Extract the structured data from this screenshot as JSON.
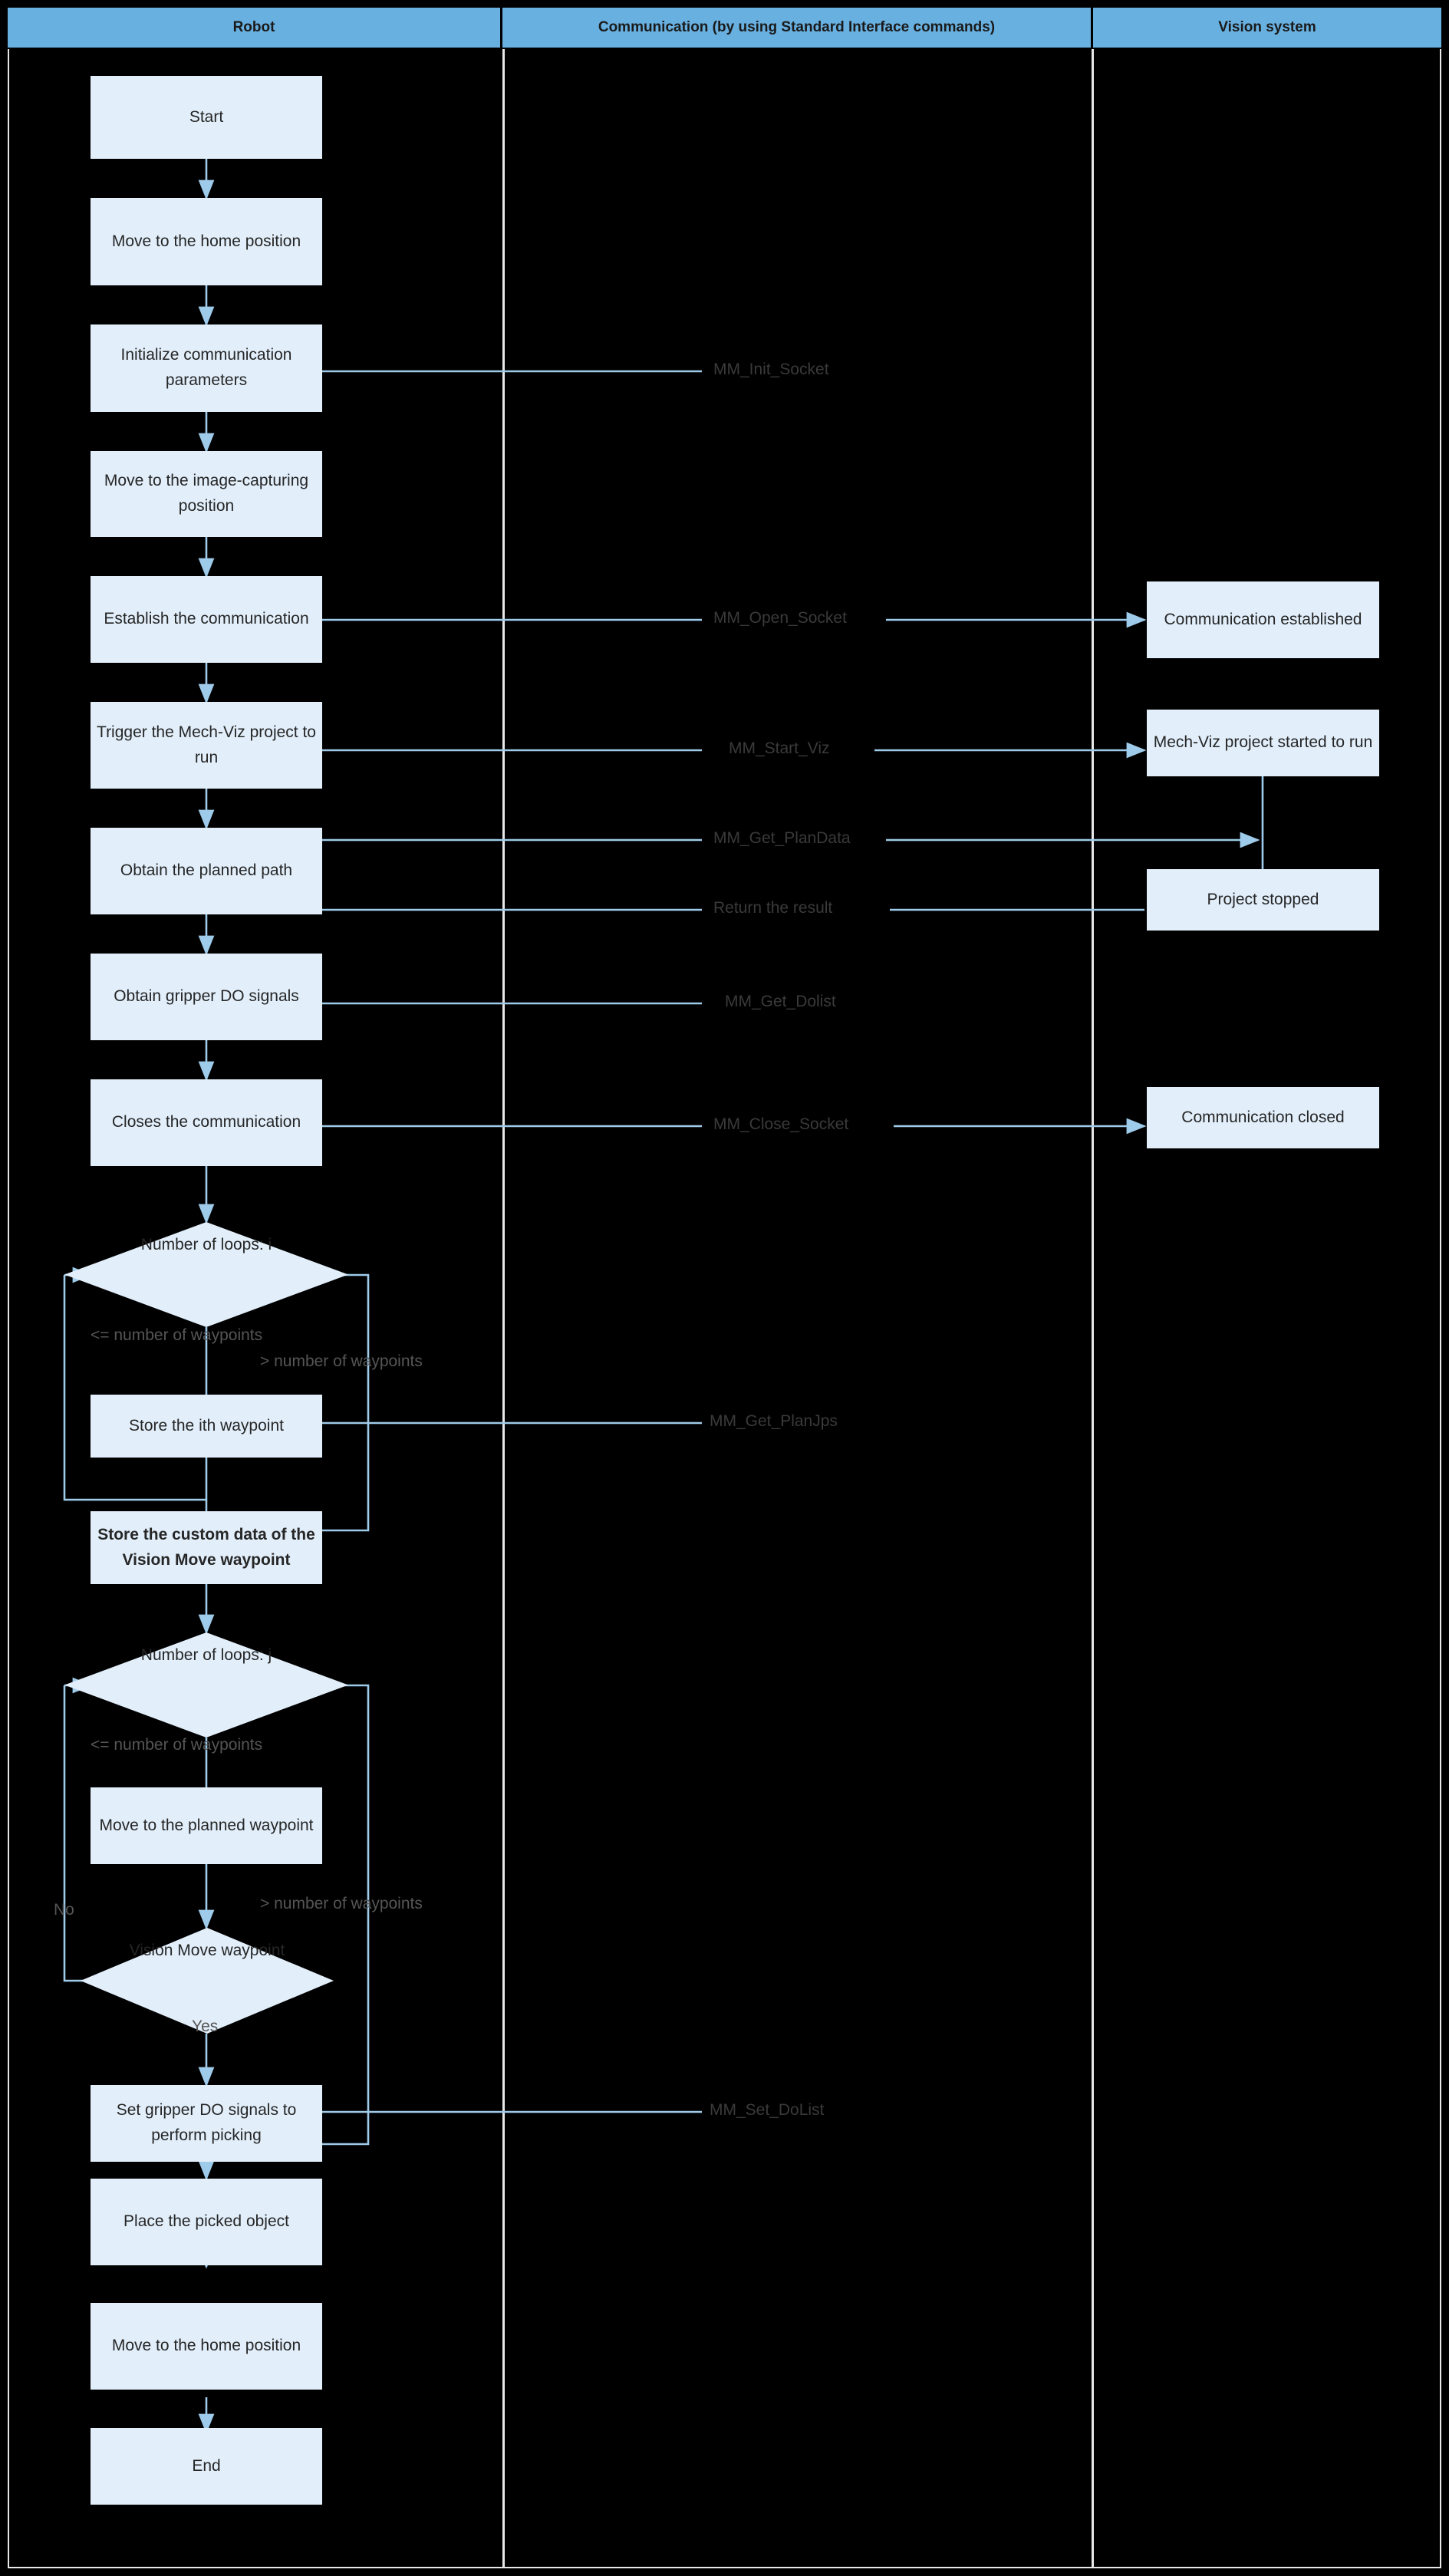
{
  "header": {
    "columns": [
      {
        "key": "robot",
        "label": "Robot"
      },
      {
        "key": "communication",
        "label": "Communication (by using Standard Interface commands)"
      },
      {
        "key": "vision",
        "label": "Vision system"
      }
    ],
    "band_color": "#68b0e0"
  },
  "colors": {
    "node_fill": "#e2effb",
    "connector": "#9fcbea",
    "header_fill": "#68b0e0",
    "text": "#262626",
    "label_text": "#3f3f3f",
    "background": "#000000",
    "lane_divider": "#e8e8e8"
  },
  "robot_nodes": [
    {
      "id": "start",
      "label": "Start"
    },
    {
      "id": "home1",
      "label": "Move to the home position"
    },
    {
      "id": "init",
      "label": "Initialize communication parameters"
    },
    {
      "id": "imagepos",
      "label": "Move to the image-capturing position"
    },
    {
      "id": "establish",
      "label": "Establish the communication"
    },
    {
      "id": "trigger",
      "label": "Trigger the Mech-Viz project to run"
    },
    {
      "id": "obtainpath",
      "label": "Obtain the planned path"
    },
    {
      "id": "gripperdo",
      "label": "Obtain gripper DO signals"
    },
    {
      "id": "close",
      "label": "Closes the communication"
    },
    {
      "id": "storeith",
      "label": "Store the ith waypoint"
    },
    {
      "id": "storecustom",
      "label": "Store the custom data of the Vision Move waypoint",
      "bold": true
    },
    {
      "id": "moveplanned",
      "label": "Move to the planned waypoint"
    },
    {
      "id": "setgripper",
      "label": "Set gripper DO signals to perform picking"
    },
    {
      "id": "place",
      "label": "Place the picked object"
    },
    {
      "id": "home2",
      "label": "Move to the home position"
    },
    {
      "id": "end",
      "label": "End"
    }
  ],
  "robot_decisions": [
    {
      "id": "loopi",
      "label": "Number of loops: i"
    },
    {
      "id": "loopj",
      "label": "Number of loops: j"
    },
    {
      "id": "visionmove",
      "label": "Vision Move waypoint"
    }
  ],
  "communication_commands": [
    {
      "id": "init_socket",
      "label": "MM_Init_Socket"
    },
    {
      "id": "open_socket",
      "label": "MM_Open_Socket"
    },
    {
      "id": "start_viz",
      "label": "MM_Start_Viz"
    },
    {
      "id": "get_plandata",
      "label": "MM_Get_PlanData"
    },
    {
      "id": "return_result",
      "label": "Return the result"
    },
    {
      "id": "get_dolist",
      "label": "MM_Get_Dolist"
    },
    {
      "id": "close_socket",
      "label": "MM_Close_Socket"
    },
    {
      "id": "get_planjps",
      "label": "MM_Get_PlanJps"
    },
    {
      "id": "set_dolist",
      "label": "MM_Set_DoList"
    }
  ],
  "vision_nodes": [
    {
      "id": "comm_established",
      "label": "Communication established"
    },
    {
      "id": "viz_started",
      "label": "Mech-Viz project started to run"
    },
    {
      "id": "project_stopped",
      "label": "Project stopped"
    },
    {
      "id": "comm_closed",
      "label": "Communication closed"
    }
  ],
  "edge_labels": [
    {
      "id": "le_i",
      "label": "<= number of waypoints"
    },
    {
      "id": "ge_i",
      "label": "> number of waypoints"
    },
    {
      "id": "le_j",
      "label": "<= number of waypoints"
    },
    {
      "id": "ge_j",
      "label": "> number of waypoints"
    },
    {
      "id": "no",
      "label": "No"
    },
    {
      "id": "yes",
      "label": "Yes"
    }
  ]
}
